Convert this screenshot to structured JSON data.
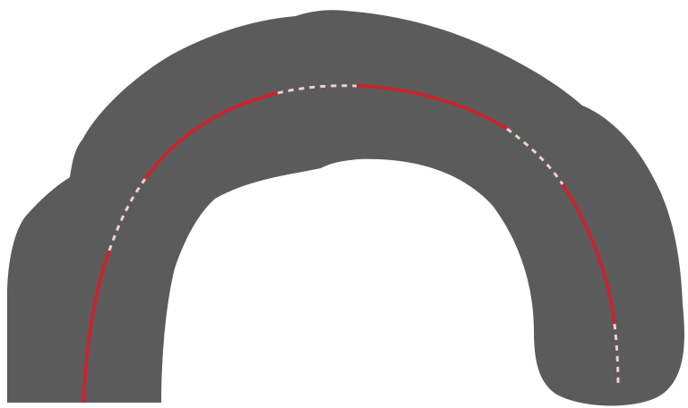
{
  "colors": {
    "background": "#ffffff",
    "band": "#5b5b5b",
    "route_solid": "#d0202a",
    "route_dashed": "#f2d0d0"
  },
  "route": {
    "segments": [
      {
        "style": "solid"
      },
      {
        "style": "dashed"
      },
      {
        "style": "solid"
      },
      {
        "style": "dashed"
      },
      {
        "style": "solid"
      },
      {
        "style": "solid"
      },
      {
        "style": "dashed"
      },
      {
        "style": "solid"
      },
      {
        "style": "dashed"
      }
    ]
  }
}
